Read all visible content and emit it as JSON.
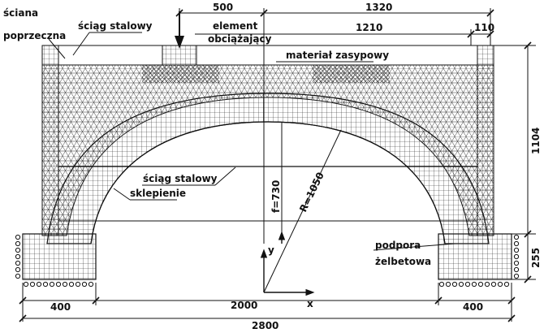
{
  "labels": {
    "sciana_line1": "ściana",
    "sciana_line2": "poprzeczna",
    "sciag_top": "ściąg stalowy",
    "element_line1": "element",
    "element_line2": "obciążający",
    "material": "materiał zasypowy",
    "sciag_mid": "ściąg stalowy",
    "sklepienie": "sklepienie",
    "podpora_line1": "podpora",
    "podpora_line2": "żelbetowa",
    "rise": "f=730",
    "radius": "R=1050",
    "axis_y": "y",
    "axis_x": "x"
  },
  "dimensions": {
    "d500": "500",
    "d1320": "1320",
    "d1210": "1210",
    "d110": "110",
    "d1104": "1104",
    "d255": "255",
    "d400_left": "400",
    "d2000": "2000",
    "d400_right": "400",
    "d2800": "2800"
  },
  "colors": {
    "ink": "#111111",
    "paper": "#ffffff"
  }
}
